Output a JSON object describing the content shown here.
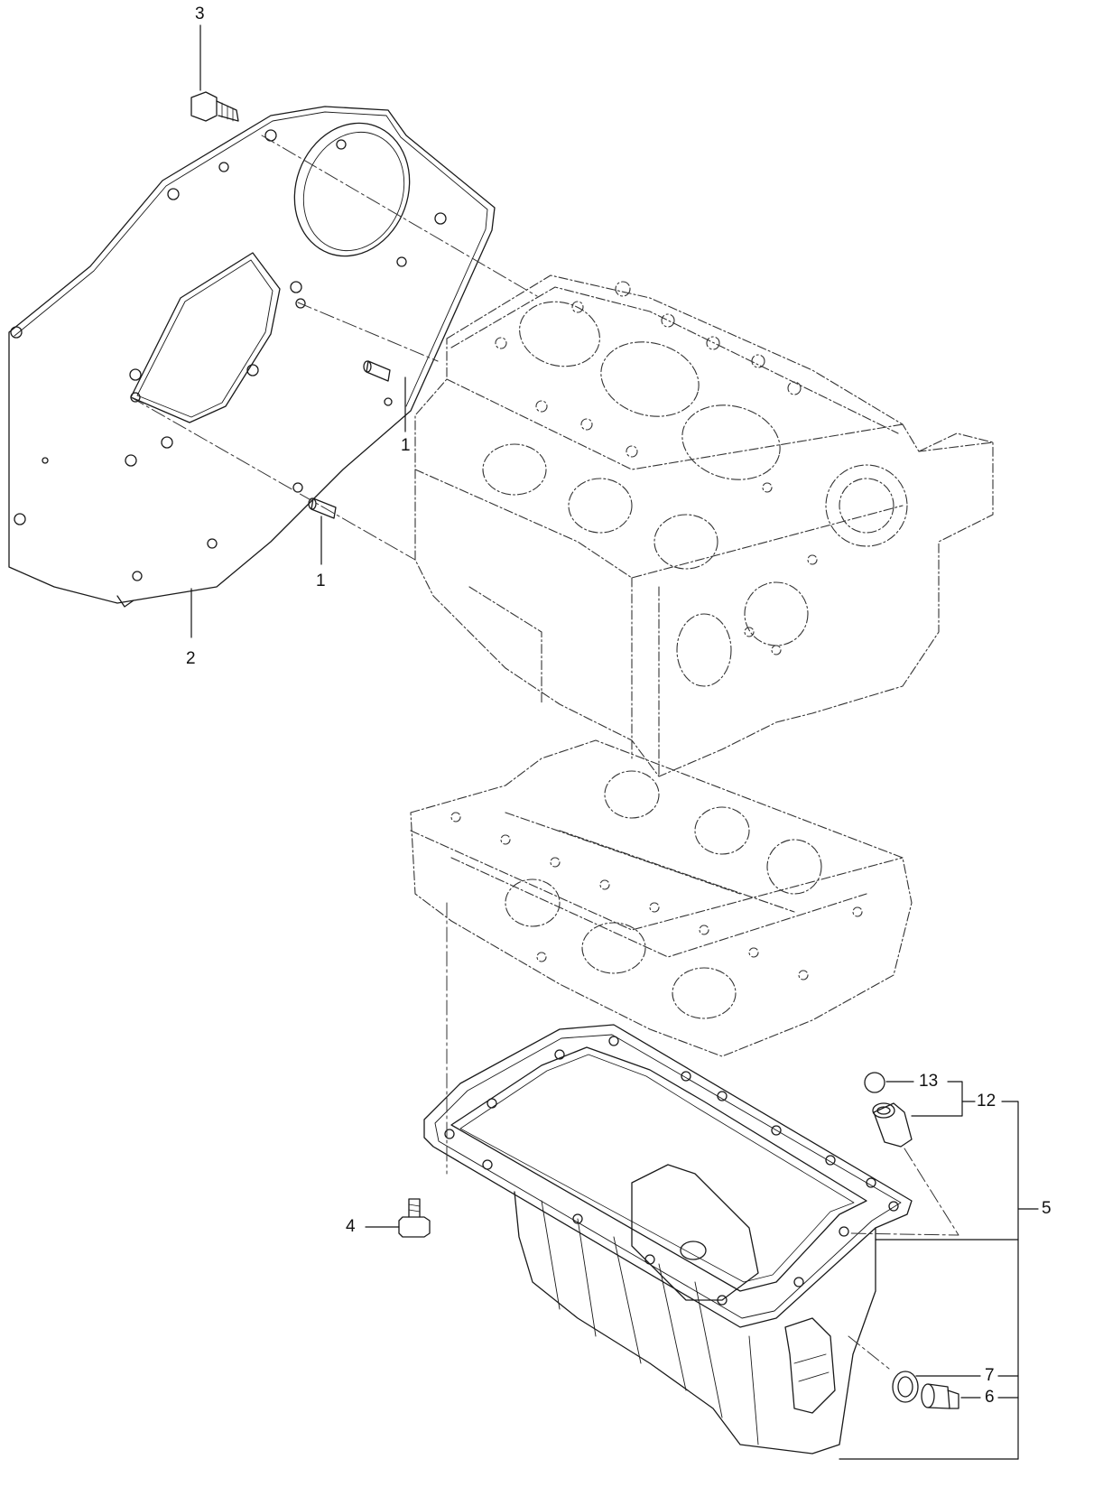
{
  "callouts": {
    "c1a": "1",
    "c1b": "1",
    "c2": "2",
    "c3": "3",
    "c4": "4",
    "c5": "5",
    "c6": "6",
    "c7": "7",
    "c12": "12",
    "c13": "13"
  },
  "colors": {
    "line": "#1a1a1a",
    "hidden_line": "#333333",
    "background": "#ffffff"
  }
}
